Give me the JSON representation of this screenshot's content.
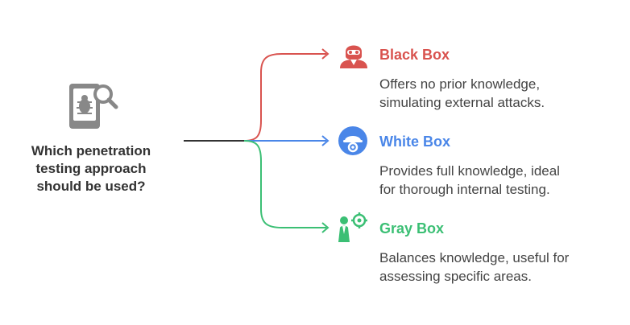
{
  "question": {
    "line1": "Which penetration",
    "line2": "testing approach",
    "line3": "should be used?",
    "icon": "bug-search-icon"
  },
  "options": [
    {
      "title": "Black Box",
      "desc_line1": "Offers no prior knowledge,",
      "desc_line2": "simulating external attacks.",
      "color": "#d9534f",
      "icon": "hacker-icon"
    },
    {
      "title": "White Box",
      "desc_line1": "Provides full knowledge, ideal",
      "desc_line2": "for thorough internal testing.",
      "color": "#4a86e8",
      "icon": "worker-helmet-icon"
    },
    {
      "title": "Gray Box",
      "desc_line1": "Balances knowledge, useful for",
      "desc_line2": "assessing specific areas.",
      "color": "#3bbf74",
      "icon": "target-person-icon"
    }
  ]
}
